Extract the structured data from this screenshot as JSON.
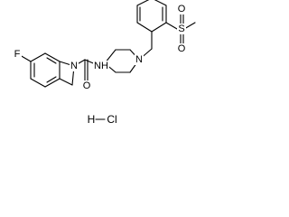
{
  "atoms": {
    "fluorine": "F",
    "indoline_nitrogen": "N",
    "carbonyl_oxygen": "O",
    "amide_nh": "NH",
    "piperidine_nitrogen": "N",
    "sulfur": "S",
    "sulfonyl_oxygen_1": "O",
    "sulfonyl_oxygen_2": "O"
  },
  "salt": {
    "hydrogen": "H",
    "chlorine": "Cl"
  },
  "colors": {
    "bond": "#000000",
    "background": "#ffffff"
  }
}
